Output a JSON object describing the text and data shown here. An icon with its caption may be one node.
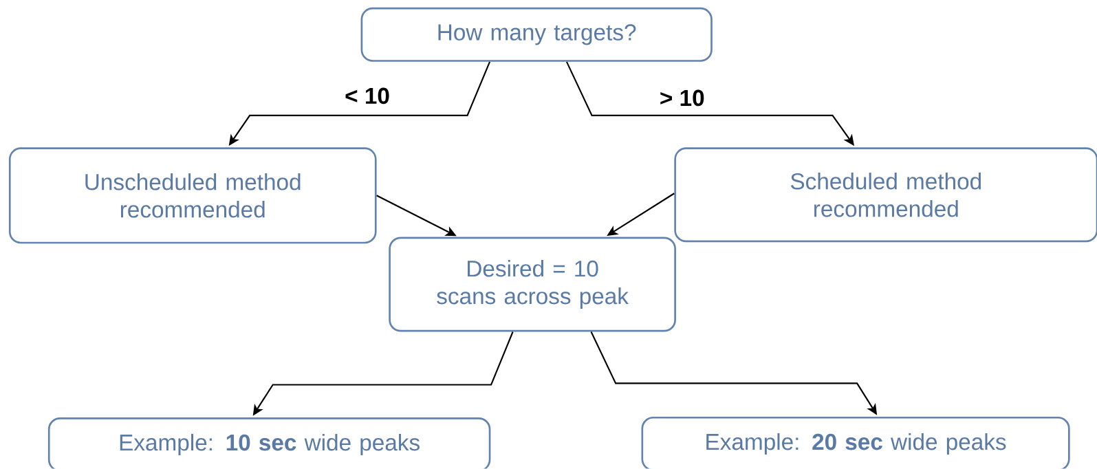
{
  "diagram": {
    "nodes": [
      {
        "text": [
          "How many targets?"
        ]
      },
      {
        "text": [
          "Unscheduled method recommended"
        ]
      },
      {
        "text": [
          "Scheduled method recommended"
        ]
      },
      {
        "text": [
          "Desired = 10 scans across peak"
        ]
      },
      {
        "text": [
          "Example: **10 sec** wide peaks"
        ]
      },
      {
        "text": [
          "Example: **20 sec** wide peaks"
        ]
      }
    ],
    "edges": [
      {
        "from": 0,
        "to": 1,
        "arrow": "to",
        "label": "< 10"
      },
      {
        "from": 0,
        "to": 2,
        "arrow": "to",
        "label": "> 10"
      },
      {
        "from": 1,
        "to": 3,
        "arrow": "to"
      },
      {
        "from": 2,
        "to": 3,
        "arrow": "to"
      },
      {
        "from": 3,
        "to": 4,
        "arrow": "to"
      },
      {
        "from": 3,
        "to": 5,
        "arrow": "to"
      }
    ]
  }
}
